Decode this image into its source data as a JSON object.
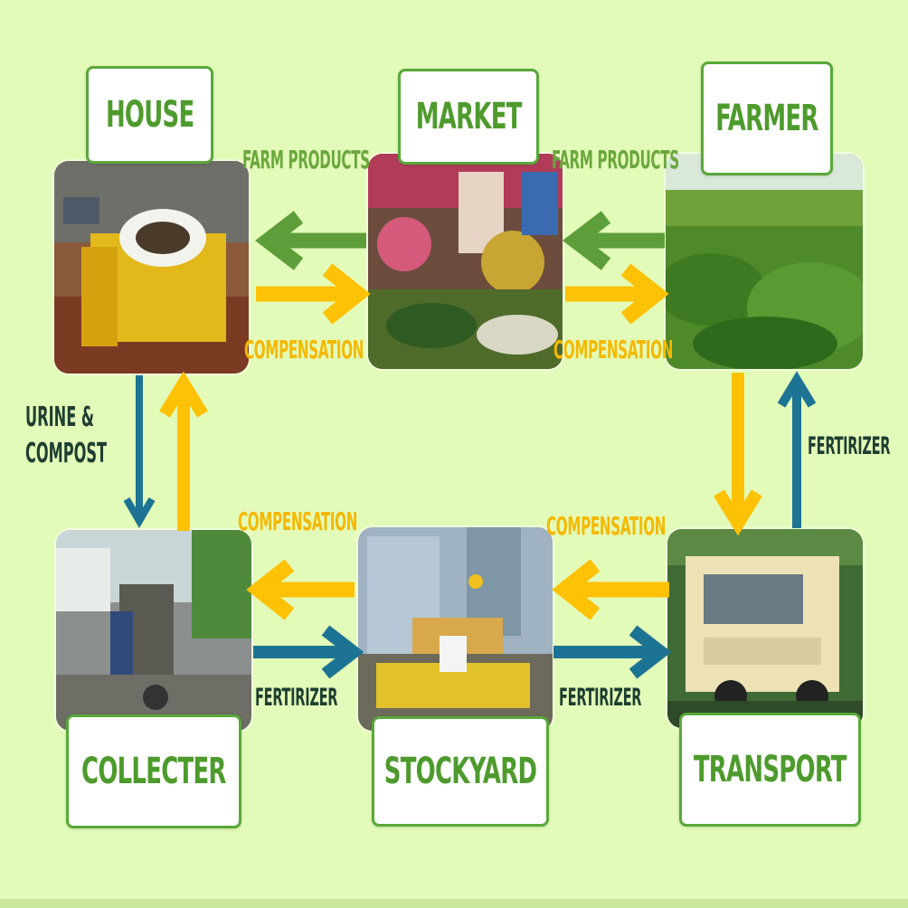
{
  "nodes": {
    "house": "HOUSE",
    "market": "MARKET",
    "farmer": "FARMER",
    "collecter": "COLLECTER",
    "stockyard": "STOCKYARD",
    "transport": "TRANSPORT"
  },
  "flows": {
    "market_to_house": "FARM PRODUCTS",
    "farmer_to_market": "FARM PRODUCTS",
    "house_to_market": "COMPENSATION",
    "market_to_farmer": "COMPENSATION",
    "house_to_collecter_line1": "URINE &",
    "house_to_collecter_line2": "COMPOST",
    "stockyard_to_collecter": "COMPENSATION",
    "transport_to_stockyard": "COMPENSATION",
    "collecter_to_stockyard": "FERTIRIZER",
    "stockyard_to_transport": "FERTIRIZER",
    "transport_to_farmer": "FERTIRIZER"
  },
  "colors": {
    "background": "#e3fbb8",
    "green_arrow": "#5e9e3a",
    "yellow_arrow": "#fec104",
    "teal_arrow": "#1d7393",
    "label_text": "#4e9b2d"
  }
}
